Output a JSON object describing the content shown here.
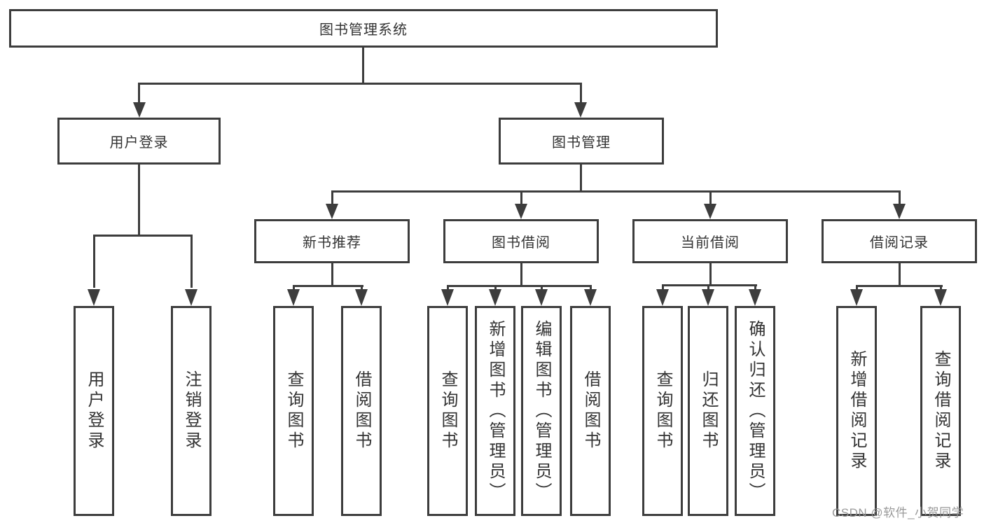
{
  "tree": {
    "label": "图书管理系统",
    "children": [
      {
        "label": "用户登录",
        "children": [
          {
            "label": "用户登录"
          },
          {
            "label": "注销登录"
          }
        ]
      },
      {
        "label": "图书管理",
        "children": [
          {
            "label": "新书推荐",
            "children": [
              {
                "label": "查询图书"
              },
              {
                "label": "借阅图书"
              }
            ]
          },
          {
            "label": "图书借阅",
            "children": [
              {
                "label": "查询图书"
              },
              {
                "label": "新增图书（管理员）"
              },
              {
                "label": "编辑图书（管理员）"
              },
              {
                "label": "借阅图书"
              }
            ]
          },
          {
            "label": "当前借阅",
            "children": [
              {
                "label": "查询图书"
              },
              {
                "label": "归还图书"
              },
              {
                "label": "确认归还（管理员）"
              }
            ]
          },
          {
            "label": "借阅记录",
            "children": [
              {
                "label": "新增借阅记录"
              },
              {
                "label": "查询借阅记录"
              }
            ]
          }
        ]
      }
    ]
  },
  "watermark": "CSDN @软件_小贺同学",
  "colors": {
    "line": "#3d3d3d",
    "text": "#333333",
    "watermark": "#949494",
    "background": "#ffffff"
  }
}
